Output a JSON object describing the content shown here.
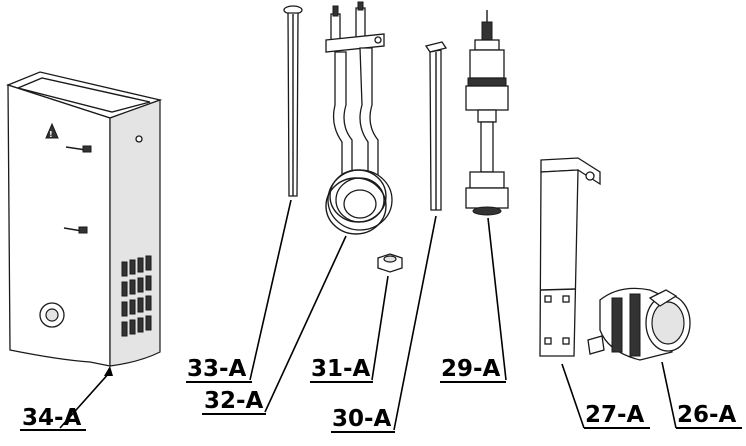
{
  "labels": {
    "p34": "34-A",
    "p33": "33-A",
    "p32": "32-A",
    "p31": "31-A",
    "p30": "30-A",
    "p29": "29-A",
    "p27": "27-A",
    "p26": "26-A"
  }
}
